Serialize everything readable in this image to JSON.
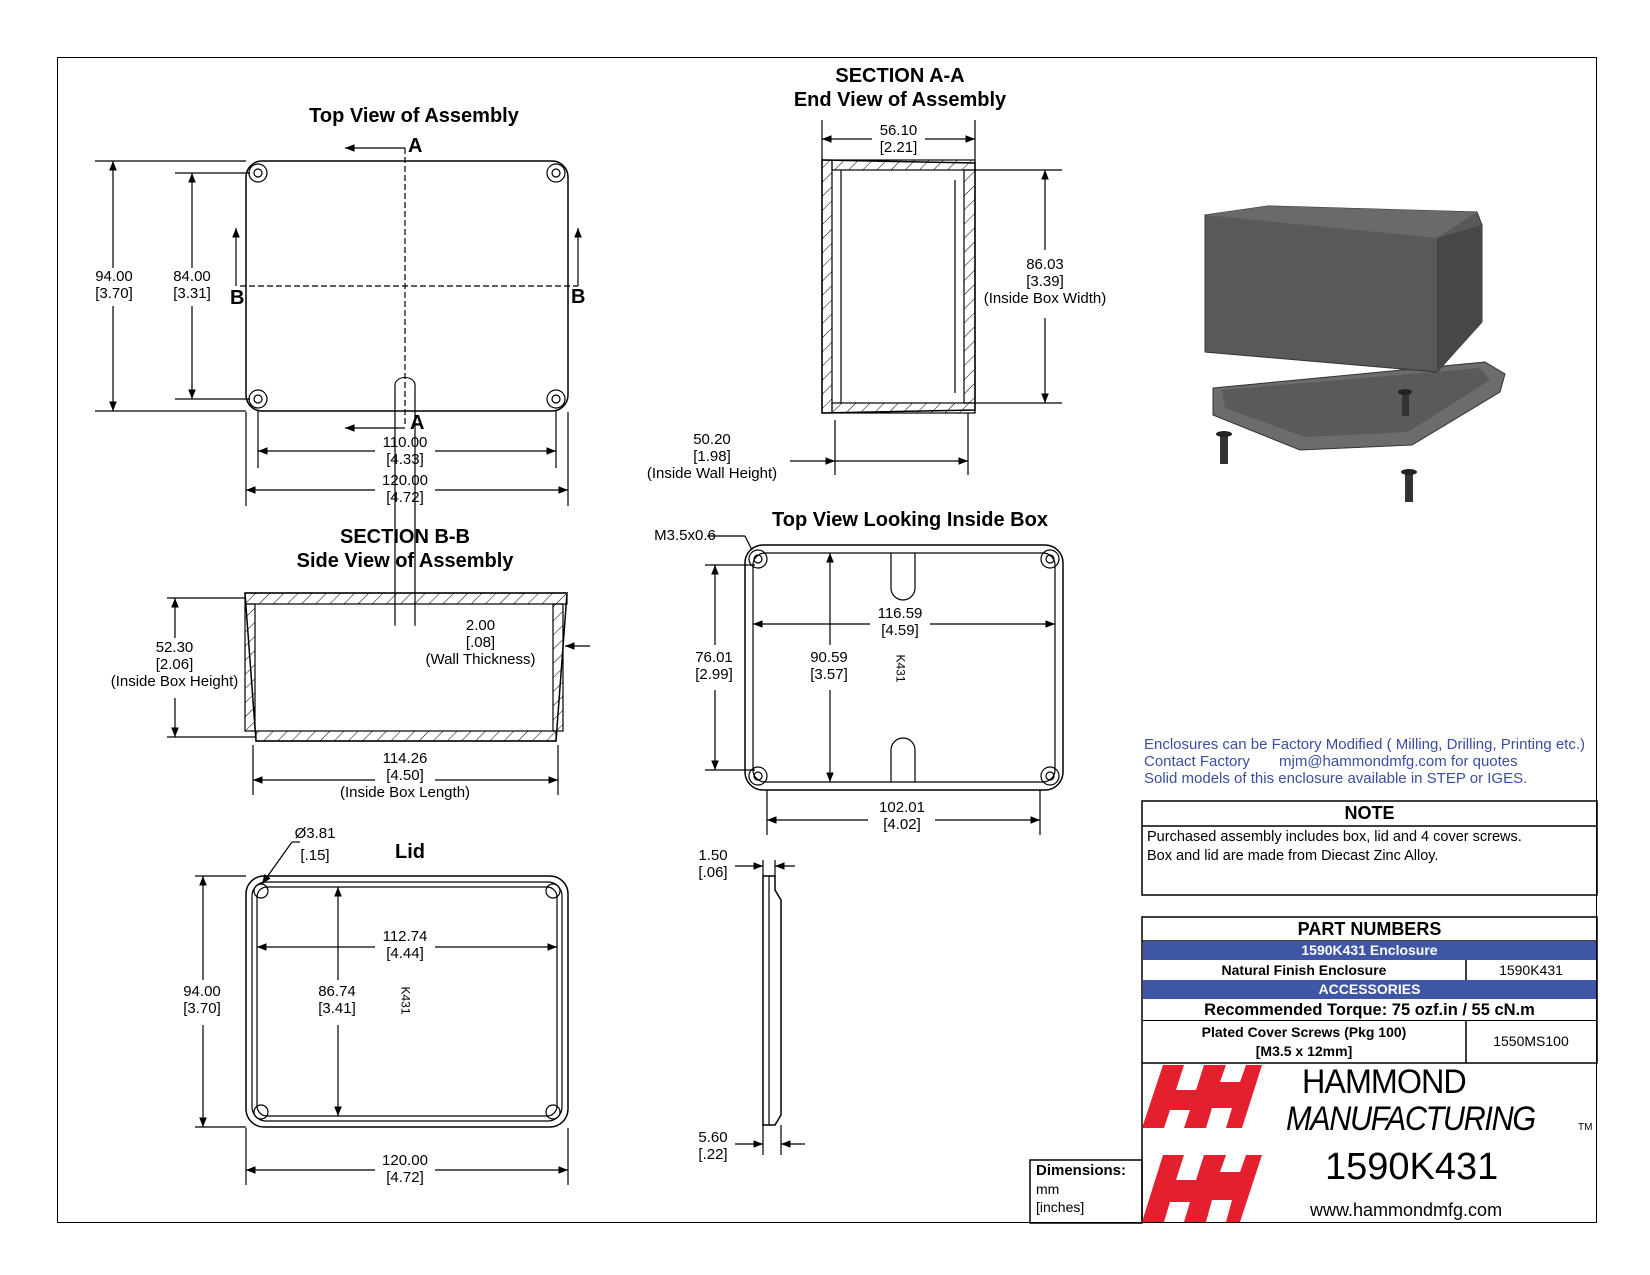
{
  "views": {
    "top_assembly": {
      "title": "Top View of Assembly",
      "dims": {
        "overall_h": [
          "94.00",
          "[3.70]"
        ],
        "hole_h": [
          "84.00",
          "[3.31]"
        ],
        "hole_w": [
          "110.00",
          "[4.33]"
        ],
        "overall_w": [
          "120.00",
          "[4.72]"
        ]
      },
      "markers": {
        "a": "A",
        "b": "B"
      }
    },
    "section_aa": {
      "title1": "SECTION A-A",
      "title2": "End View of Assembly",
      "dims": {
        "width": [
          "56.10",
          "[2.21]"
        ],
        "inside_width": [
          "86.03",
          "[3.39]",
          "(Inside Box Width)"
        ],
        "wall_height": [
          "50.20",
          "[1.98]",
          "(Inside Wall Height)"
        ]
      }
    },
    "section_bb": {
      "title1": "SECTION B-B",
      "title2": "Side View of Assembly",
      "dims": {
        "inside_height": [
          "52.30",
          "[2.06]",
          "(Inside Box Height)"
        ],
        "wall": [
          "2.00",
          "[.08]",
          "(Wall Thickness)"
        ],
        "inside_length": [
          "114.26",
          "[4.50]",
          "(Inside Box Length)"
        ]
      }
    },
    "inside_box": {
      "title": "Top View Looking Inside Box",
      "thread": "M3.5x0.6",
      "dims": {
        "w": [
          "116.59",
          "[4.59]"
        ],
        "h1": [
          "76.01",
          "[2.99]"
        ],
        "h2": [
          "90.59",
          "[3.57]"
        ],
        "bottom": [
          "102.01",
          "[4.02]"
        ]
      },
      "mark": "K431"
    },
    "lid": {
      "title": "Lid",
      "dims": {
        "hole": [
          "Ø3.81",
          "[.15]"
        ],
        "w_in": [
          "112.74",
          "[4.44]"
        ],
        "h_in": [
          "86.74",
          "[3.41]"
        ],
        "h": [
          "94.00",
          "[3.70]"
        ],
        "w": [
          "120.00",
          "[4.72]"
        ]
      },
      "mark": "K431"
    },
    "lid_side": {
      "dims": {
        "top": [
          "1.50",
          "[.06]"
        ],
        "bottom": [
          "5.60",
          "[.22]"
        ]
      }
    }
  },
  "info": {
    "lines": [
      "Enclosures can be Factory Modified ( Milling, Drilling, Printing etc.)",
      "Contact Factory",
      "mjm@hammondmfg.com for quotes",
      "Solid models of this enclosure available in STEP or IGES."
    ],
    "note_title": "NOTE",
    "note_lines": [
      "Purchased assembly includes box, lid and 4 cover screws.",
      "Box and lid are made from Diecast Zinc Alloy."
    ]
  },
  "parts": {
    "title": "PART NUMBERS",
    "enclosure_band": "1590K431 Enclosure",
    "row1_label": "Natural Finish Enclosure",
    "row1_value": "1590K431",
    "accessories_band": "ACCESSORIES",
    "torque": "Recommended Torque: 75 ozf.in / 55 cN.m",
    "row2_label_1": "Plated Cover Screws (Pkg 100)",
    "row2_label_2": "[M3.5 x 12mm]",
    "row2_value": "1550MS100"
  },
  "title_block": {
    "dims_label": "Dimensions:",
    "dims_unit1": "mm",
    "dims_unit2": "[inches]",
    "company1": "HAMMOND",
    "company2": "MANUFACTURING",
    "tm": "TM",
    "part_number": "1590K431",
    "website": "www.hammondmfg.com"
  },
  "colors": {
    "band_blue": "#3f56a5",
    "info_blue": "#3b4ea1",
    "logo_red": "#e5202e"
  }
}
